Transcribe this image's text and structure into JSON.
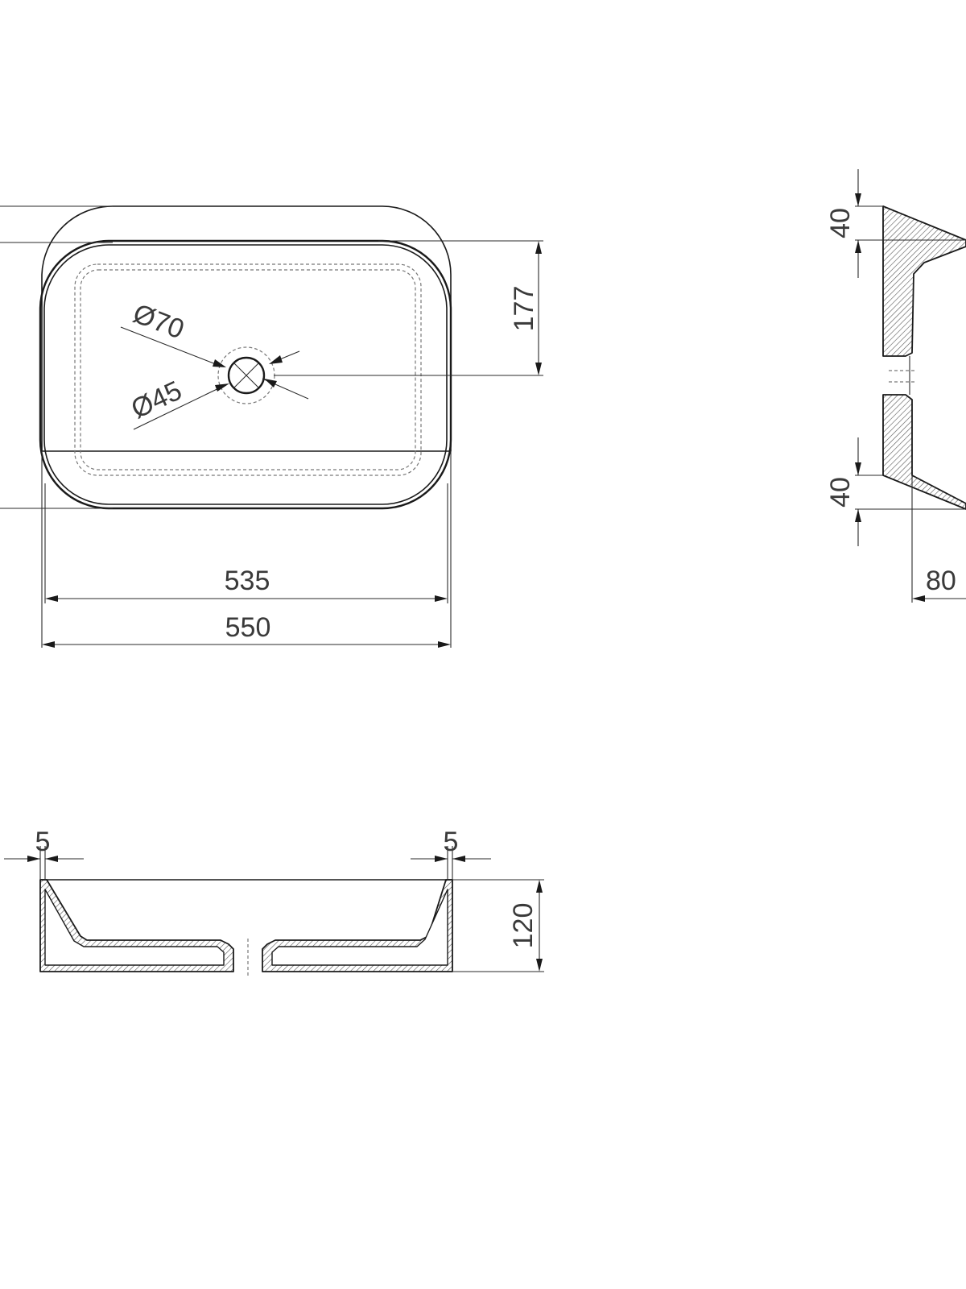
{
  "dimensions": {
    "bore_outer": "Ø70",
    "bore_inner": "Ø45",
    "drain_offset": "177",
    "inner_length": "535",
    "outer_length": "550",
    "side_top_rim": "40",
    "side_bottom_rim": "40",
    "side_depth": "80",
    "wall_left": "5",
    "wall_right": "5",
    "height": "120"
  }
}
